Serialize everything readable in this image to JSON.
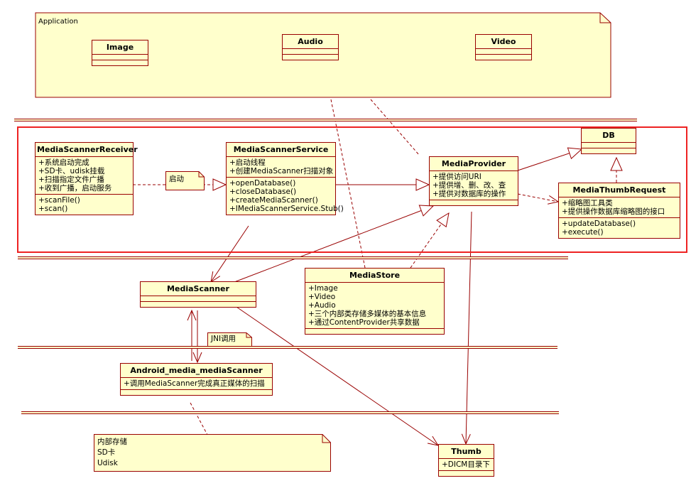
{
  "package": {
    "label": "Application"
  },
  "classes": {
    "image": {
      "name": "Image"
    },
    "audio": {
      "name": "Audio"
    },
    "video": {
      "name": "Video"
    },
    "db": {
      "name": "DB"
    },
    "receiver": {
      "name": "MediaScannerReceiver",
      "attrs": [
        "+系统启动完成",
        "+SD卡、udisk挂载",
        "+扫描指定文件广播",
        "+收到广播，启动服务"
      ],
      "ops": [
        "+scanFile()",
        "+scan()"
      ]
    },
    "service": {
      "name": "MediaScannerService",
      "attrs": [
        "+启动线程",
        "+创建MediaScanner扫描对象"
      ],
      "ops": [
        "+openDatabase()",
        "+closeDatabase()",
        "+createMediaScanner()",
        "+IMediaScannerService.Stub()"
      ]
    },
    "provider": {
      "name": "MediaProvider",
      "attrs": [
        "+提供访问URI",
        "+提供增、删、改、查",
        "+提供对数据库的操作"
      ]
    },
    "thumb_request": {
      "name": "MediaThumbRequest",
      "attrs": [
        "+缩略图工具类",
        "+提供操作数据库缩略图的接口"
      ],
      "ops": [
        "+updateDatabase()",
        "+execute()"
      ]
    },
    "scanner": {
      "name": "MediaScanner"
    },
    "store": {
      "name": "MediaStore",
      "attrs": [
        "+Image",
        "+Video",
        "+Audio",
        "+三个内部类存储多媒体的基本信息",
        "+通过ContentProvider共享数据"
      ]
    },
    "android_scanner": {
      "name": "Android_media_mediaScanner",
      "attrs": [
        "+调用MediaScanner完成真正媒体的扫描"
      ]
    },
    "thumb": {
      "name": "Thumb",
      "attrs": [
        "+DICM目录下"
      ]
    }
  },
  "notes": {
    "start": "启动",
    "jni": "JNI调用",
    "storage": [
      "内部存储",
      "SD卡",
      "Udisk"
    ]
  },
  "colors": {
    "class_fill": "#ffffcc",
    "line": "#990000",
    "highlight": "#ee2222"
  }
}
